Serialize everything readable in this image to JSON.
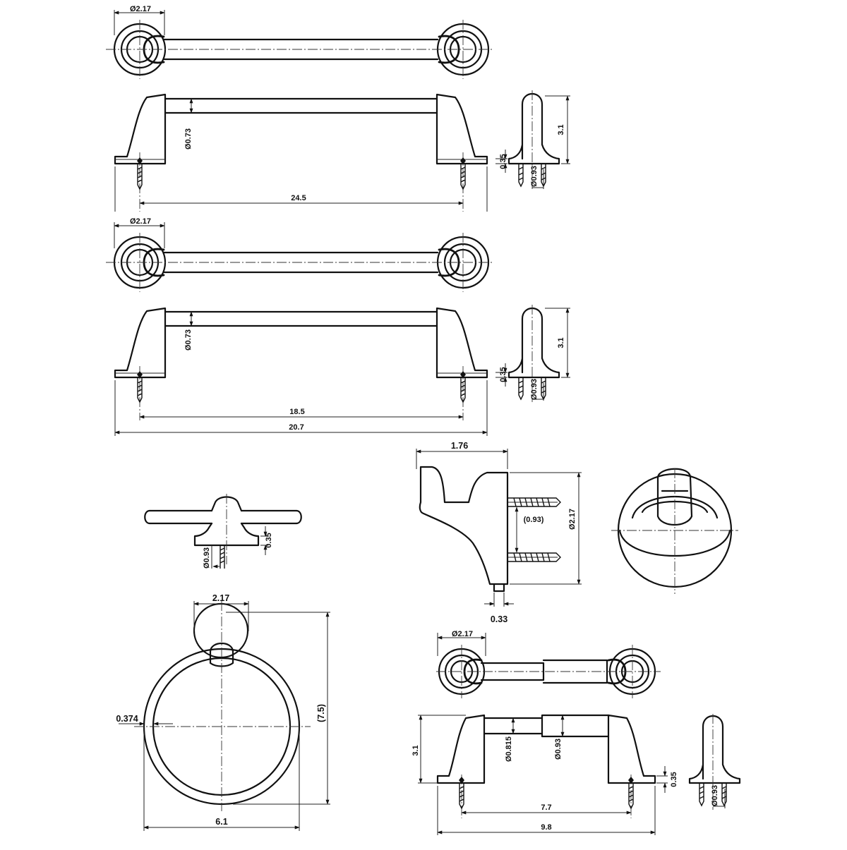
{
  "drawing": {
    "towel_bar_24": {
      "top_view": {
        "diameter": "Ø2.17"
      },
      "front_view": {
        "bar_diameter": "Ø0.73",
        "mount_spacing": "24.5"
      },
      "side_view": {
        "height": "3.1",
        "base_thickness": "0.35",
        "screw_diameter": "Ø0.93"
      }
    },
    "towel_bar_18": {
      "top_view": {
        "diameter": "Ø2.17"
      },
      "front_view": {
        "bar_diameter": "Ø0.73",
        "mount_spacing": "18.5",
        "overall_length": "20.7"
      },
      "side_view": {
        "height": "3.1",
        "base_thickness": "0.35",
        "screw_diameter": "Ø0.93"
      }
    },
    "robe_hook": {
      "top_view": {
        "base_thickness": "0.35",
        "screw_diameter": "Ø0.93"
      },
      "side_view": {
        "projection": "1.76",
        "screw_spacing": "(0.93)",
        "base_diameter": "Ø2.17",
        "pin_width": "0.33"
      }
    },
    "towel_ring": {
      "base_width": "2.17",
      "ring_thickness": "0.374",
      "overall_height": "(7.5)",
      "ring_width": "6.1"
    },
    "paper_holder": {
      "top_view": {
        "diameter": "Ø2.17"
      },
      "front_view": {
        "height": "3.1",
        "bar_diameter_small": "Ø0.815",
        "bar_diameter_large": "Ø0.93",
        "base_thickness": "0.35",
        "mount_spacing": "7.7",
        "overall_length": "9.8"
      },
      "side_view": {
        "screw_diameter": "Ø0.93"
      }
    }
  }
}
